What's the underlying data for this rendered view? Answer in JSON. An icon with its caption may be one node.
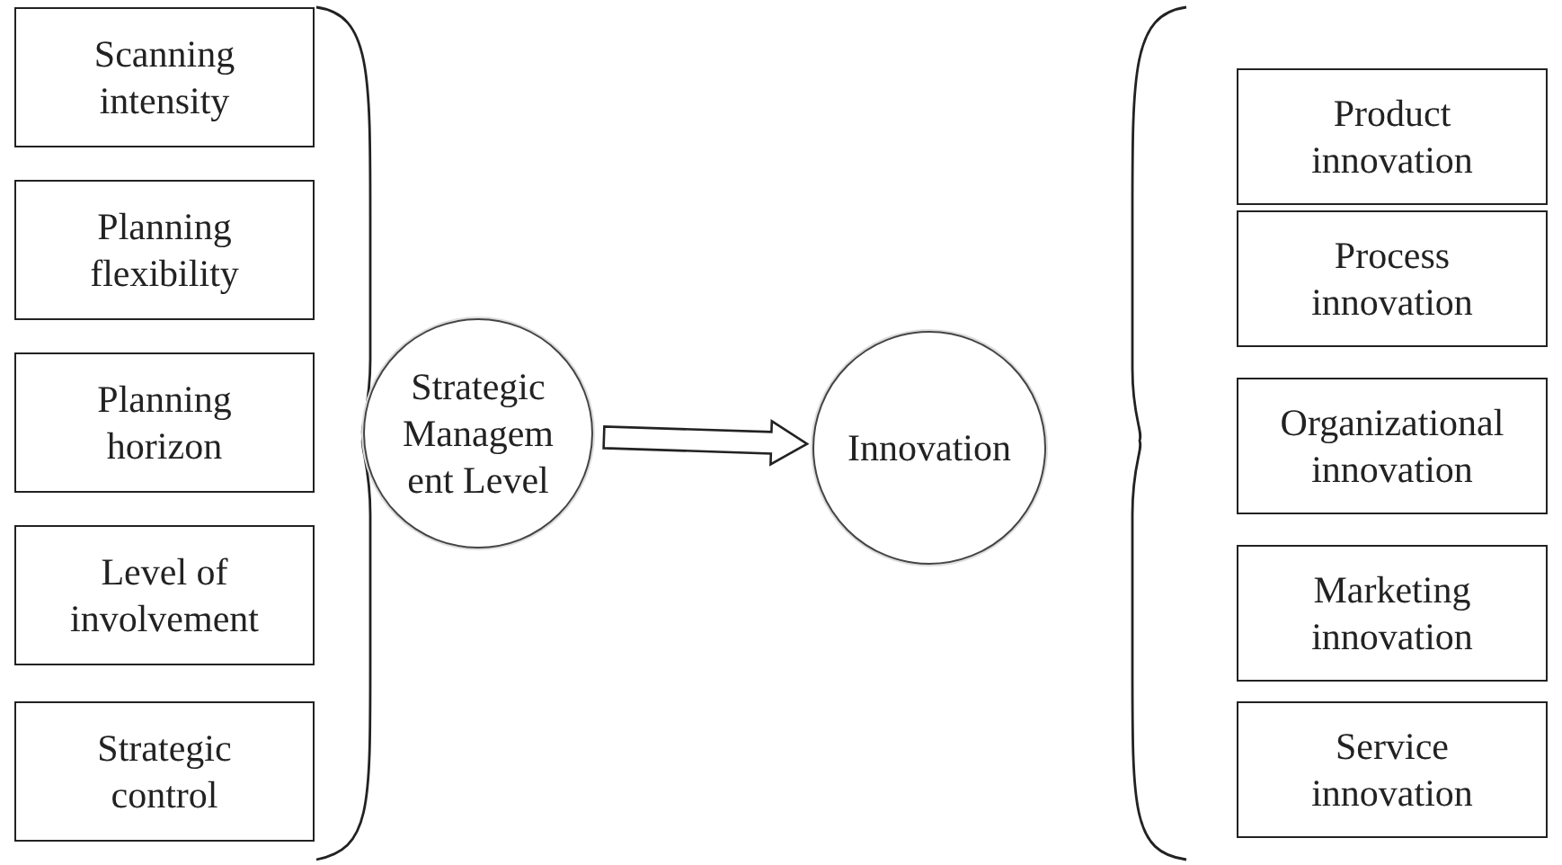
{
  "diagram": {
    "nodes": [
      {
        "text": [
          "Scanning intensity"
        ]
      },
      {
        "text": [
          "Planning flexibility"
        ]
      },
      {
        "text": [
          "Planning horizon"
        ]
      },
      {
        "text": [
          "Level of involvement"
        ]
      },
      {
        "text": [
          "Strategic control"
        ]
      },
      {
        "text": [
          "Strategic Managem ent Level"
        ]
      },
      {
        "text": [
          "Innovation"
        ]
      },
      {
        "text": [
          "Product innovation"
        ]
      },
      {
        "text": [
          "Process innovation"
        ]
      },
      {
        "text": [
          "Organizational innovation"
        ]
      },
      {
        "text": [
          "Marketing innovation"
        ]
      },
      {
        "text": [
          "Service innovation"
        ]
      }
    ],
    "edges": [
      {
        "from": 5,
        "to": 6,
        "arrow": "to"
      }
    ]
  }
}
